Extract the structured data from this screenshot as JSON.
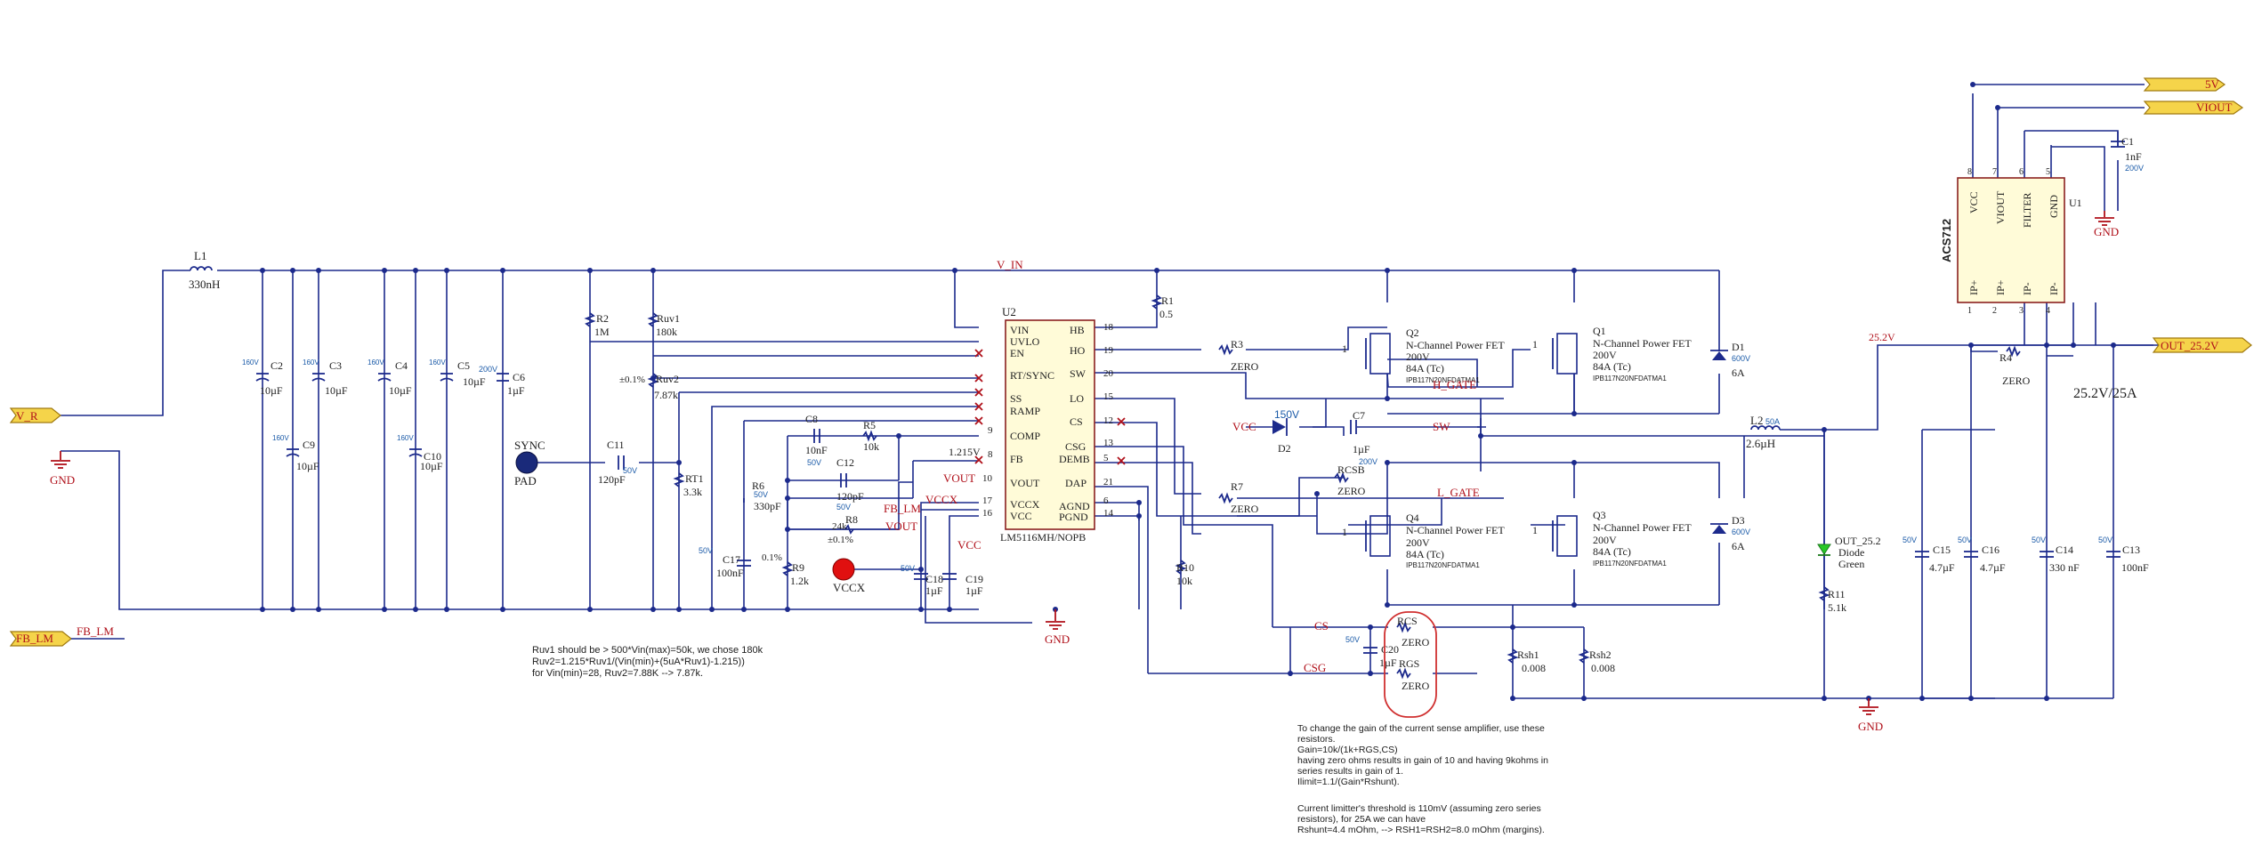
{
  "ports": {
    "v_r": "V_R",
    "fb_lm": "FB_LM",
    "p5v": "5V",
    "viout": "VIOUT",
    "out": "OUT_25.2V"
  },
  "nets": {
    "v_in": "V_IN",
    "h_gate": "H_GATE",
    "l_gate": "L_GATE",
    "sw": "SW",
    "sw2": "SW",
    "vcc": "VCC",
    "vcc2": "VCC",
    "vccx": "VCCX",
    "vout": "VOUT",
    "vout2": "VOUT",
    "fb_lm": "FB_LM",
    "fb_lm2": "FB_LM",
    "cs": "CS",
    "csg": "CSG",
    "v252": "25.2V",
    "rating": "25.2V/25A"
  },
  "ground": "GND",
  "components": {
    "L1": {
      "ref": "L1",
      "value": "330nH"
    },
    "C2": {
      "ref": "C2",
      "value": "10µF",
      "volt": "160V"
    },
    "C3": {
      "ref": "C3",
      "value": "10µF",
      "volt": "160V"
    },
    "C4": {
      "ref": "C4",
      "value": "10µF",
      "volt": "160V"
    },
    "C5": {
      "ref": "C5",
      "value": "10µF",
      "volt": "160V"
    },
    "C6": {
      "ref": "C6",
      "value": "1µF",
      "volt": "200V"
    },
    "C9": {
      "ref": "C9",
      "value": "10µF",
      "volt": "160V"
    },
    "C10": {
      "ref": "C10",
      "value": "10µF",
      "volt": "160V"
    },
    "R2": {
      "ref": "R2",
      "value": "1M"
    },
    "Ruv1": {
      "ref": "Ruv1",
      "value": "180k"
    },
    "Ruv2": {
      "ref": "Ruv2",
      "value": "7.87k",
      "tol": "±0.1%"
    },
    "RT1": {
      "ref": "RT1",
      "value": "3.3k"
    },
    "C11": {
      "ref": "C11",
      "value": "120pF",
      "volt": "50V"
    },
    "SYNC": {
      "ref": "SYNC",
      "value": "PAD"
    },
    "R6": {
      "ref": "R6",
      "value": "330pF",
      "volt": "50V"
    },
    "C17": {
      "ref": "C17",
      "value": "100nF",
      "volt": "50V"
    },
    "R9": {
      "ref": "R9",
      "value": "1.2k",
      "tol": "0.1%"
    },
    "C8": {
      "ref": "C8",
      "value": "10nF",
      "volt": "50V"
    },
    "R5": {
      "ref": "R5",
      "value": "10k"
    },
    "C12": {
      "ref": "C12",
      "value": "120pF",
      "volt": "50V"
    },
    "R8": {
      "ref": "R8",
      "value": "24k",
      "tol": "±0.1%"
    },
    "VCCX": {
      "ref": "VCCX"
    },
    "C18": {
      "ref": "C18",
      "value": "1µF",
      "volt": "50V"
    },
    "C19": {
      "ref": "C19",
      "value": "1µF"
    },
    "R1": {
      "ref": "R1",
      "value": "0.5"
    },
    "R10": {
      "ref": "R10",
      "value": "10k"
    },
    "R3": {
      "ref": "R3",
      "value": "ZERO"
    },
    "R7": {
      "ref": "R7",
      "value": "ZERO"
    },
    "RCSB": {
      "ref": "RCSB",
      "value": "ZERO"
    },
    "D2": {
      "ref": "D2",
      "value": "150V"
    },
    "C7": {
      "ref": "C7",
      "value": "1µF",
      "volt": "200V"
    },
    "L2": {
      "ref": "L2",
      "value": "2.6µH",
      "rating": "50A"
    },
    "D1": {
      "ref": "D1",
      "value": "6A",
      "volt": "600V"
    },
    "D3": {
      "ref": "D3",
      "value": "6A",
      "volt": "600V"
    },
    "RCS": {
      "ref": "RCS",
      "value": "ZERO"
    },
    "RGS": {
      "ref": "RGS",
      "value": "ZERO"
    },
    "C20": {
      "ref": "C20",
      "value": "1µF",
      "volt": "50V"
    },
    "Rsh1": {
      "ref": "Rsh1",
      "value": "0.008"
    },
    "Rsh2": {
      "ref": "Rsh2",
      "value": "0.008"
    },
    "OUT_LED": {
      "ref": "OUT_25.2",
      "line1": "Diode",
      "line2": "Green"
    },
    "R11": {
      "ref": "R11",
      "value": "5.1k"
    },
    "C15": {
      "ref": "C15",
      "value": "4.7µF",
      "volt": "50V"
    },
    "C16": {
      "ref": "C16",
      "value": "4.7µF",
      "volt": "50V"
    },
    "C14": {
      "ref": "C14",
      "value": "330 nF",
      "volt": "50V"
    },
    "C13": {
      "ref": "C13",
      "value": "100nF",
      "volt": "50V"
    },
    "R4": {
      "ref": "R4",
      "value": "ZERO"
    },
    "C1": {
      "ref": "C1",
      "value": "1nF",
      "volt": "200V"
    }
  },
  "fets": [
    {
      "ref": "Q2",
      "type": "N-Channel Power FET",
      "volt": "200V",
      "amp": "84A (Tc)",
      "part": "IPB117N20NFDATMA1"
    },
    {
      "ref": "Q1",
      "type": "N-Channel Power FET",
      "volt": "200V",
      "amp": "84A (Tc)",
      "part": "IPB117N20NFDATMA1"
    },
    {
      "ref": "Q4",
      "type": "N-Channel Power FET",
      "volt": "200V",
      "amp": "84A (Tc)",
      "part": "IPB117N20NFDATMA1"
    },
    {
      "ref": "Q3",
      "type": "N-Channel Power FET",
      "volt": "200V",
      "amp": "84A (Tc)",
      "part": "IPB117N20NFDATMA1"
    }
  ],
  "u2": {
    "ref": "U2",
    "part": "LM5116MH/NOPB",
    "left_pins": [
      "VIN",
      "UVLO",
      "EN",
      "RT/SYNC",
      "SS",
      "RAMP",
      "COMP",
      "FB",
      "VOUT",
      "VCCX",
      "VCC"
    ],
    "right_pins": [
      "HB",
      "HO",
      "SW",
      "LO",
      "CS",
      "CSG",
      "DEMB",
      "DAP",
      "AGND",
      "PGND"
    ],
    "right_nums": [
      "18",
      "19",
      "20",
      "15",
      "12",
      "13",
      "5",
      "21",
      "6",
      "14"
    ],
    "left_nums": [
      "9",
      "8",
      "10",
      "17",
      "16"
    ],
    "fb_volt": "1.215V"
  },
  "u1": {
    "ref": "U1",
    "part": "ACS712",
    "top_pins": [
      "VCC",
      "VIOUT",
      "FILTER",
      "GND"
    ],
    "top_nums": [
      "8",
      "7",
      "6",
      "5"
    ],
    "bot_pins": [
      "IP+",
      "IP+",
      "IP-",
      "IP-"
    ],
    "bot_nums": [
      "1",
      "2",
      "3",
      "4"
    ]
  },
  "notes": {
    "uvlo": [
      "Ruv1 should be > 500*Vin(max)=50k, we chose 180k",
      "Ruv2=1.215*Ruv1/(Vin(min)+(5uA*Ruv1)-1.215))",
      "for Vin(min)=28, Ruv2=7.88K --> 7.87k."
    ],
    "sense": [
      "To change the gain of the current sense amplifier, use these",
      "resistors.",
      "Gain=10k/(1k+RGS,CS)",
      "having zero ohms results in gain of 10 and having 9kohms in",
      "series results in gain of 1.",
      "Ilimit=1.1/(Gain*Rshunt).",
      "",
      "Current limitter's threshold is 110mV (assuming zero series",
      "resistors), for 25A we can have",
      "Rshunt=4.4 mOhm, --> RSH1=RSH2=8.0 mOhm (margins)."
    ]
  }
}
